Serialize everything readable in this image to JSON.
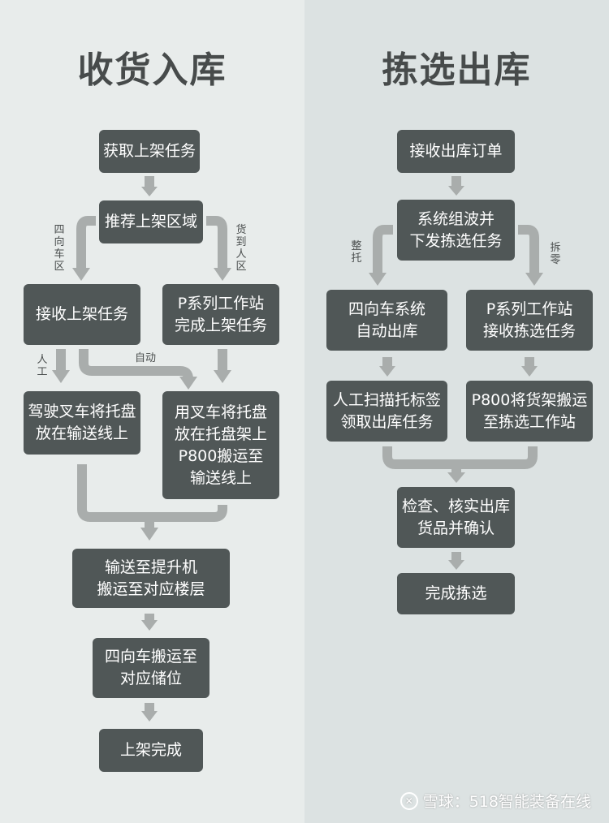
{
  "left": {
    "title": "收货入库",
    "boxes": [
      "获取上架任务",
      "推荐上架区域",
      "接收上架任务",
      "P系列工作站\n完成上架任务",
      "驾驶叉车将托盘\n放在输送线上",
      "用叉车将托盘\n放在托盘架上\nP800搬运至\n输送线上",
      "输送至提升机\n搬运至对应楼层",
      "四向车搬运至\n对应储位",
      "上架完成"
    ],
    "labels": {
      "four_way": "四向车区",
      "goods_to_person": "货到人区",
      "manual": "人工",
      "auto": "自动"
    }
  },
  "right": {
    "title": "拣选出库",
    "boxes": [
      "接收出库订单",
      "系统组波并\n下发拣选任务",
      "四向车系统\n自动出库",
      "P系列工作站\n接收拣选任务",
      "人工扫描托标签\n领取出库任务",
      "P800将货架搬运\n至拣选工作站",
      "检查、核实出库\n货品并确认",
      "完成拣选"
    ],
    "labels": {
      "full_pallet": "整托",
      "split": "拆零"
    }
  },
  "watermark": "雪球：518智能装备在线",
  "colors": {
    "box": "#505757",
    "arrow": "#a9adac",
    "bg_left": "#e8eceb",
    "bg_right": "#dce2e2"
  }
}
